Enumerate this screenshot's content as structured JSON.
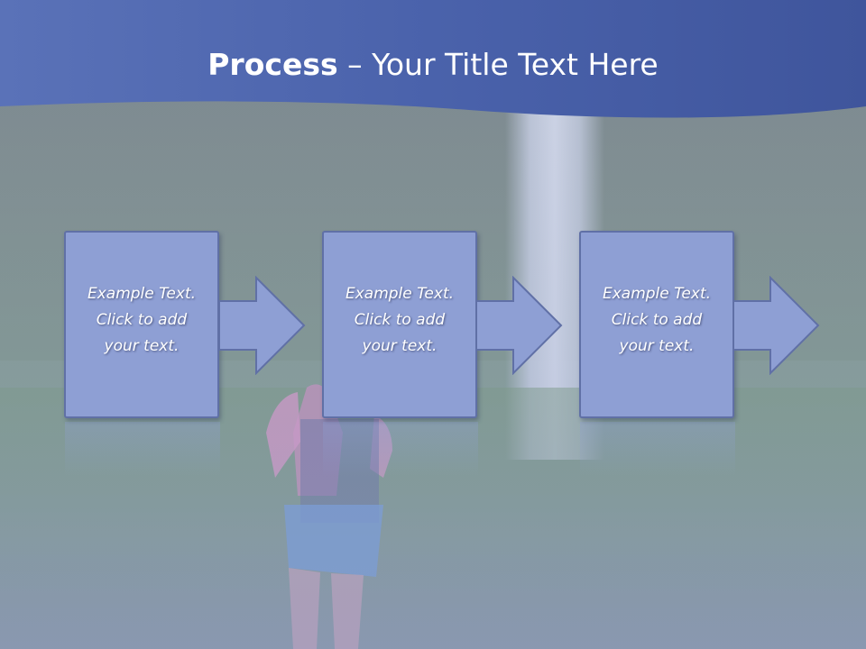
{
  "title": {
    "strong": "Process",
    "rest": " – Your Title Text Here"
  },
  "steps": [
    {
      "line1": "Example Text.",
      "line2": "Click  to add",
      "line3": "your text."
    },
    {
      "line1": "Example Text.",
      "line2": "Click  to add",
      "line3": "your text."
    },
    {
      "line1": "Example Text.",
      "line2": "Click  to add",
      "line3": "your text."
    }
  ],
  "colors": {
    "header": "#4b62a8",
    "box_fill": "#8e9fd4",
    "box_border": "#6070a6",
    "arrow_fill": "#8e9fd4"
  },
  "icons": [
    "arrow-right-icon"
  ]
}
